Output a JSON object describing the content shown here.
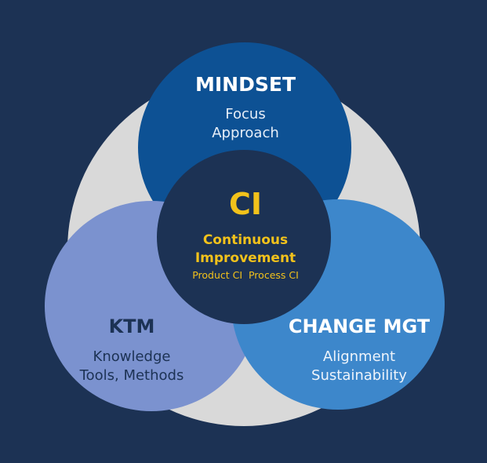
{
  "colors": {
    "background": "#1c3254",
    "ring": "#d9d9d9",
    "mindset": "#0d5194",
    "ktm": "#7b92cf",
    "change": "#3d87cb",
    "center": "#1c3254",
    "accent": "#f2c21b"
  },
  "mindset": {
    "title": "MINDSET",
    "lines": [
      "Focus",
      "Approach"
    ]
  },
  "ktm": {
    "title": "KTM",
    "lines": [
      "Knowledge",
      "Tools, Methods"
    ]
  },
  "change": {
    "title": "CHANGE MGT",
    "lines": [
      "Alignment",
      "Sustainability"
    ]
  },
  "center": {
    "title": "CI",
    "subtitle_line1": "Continuous",
    "subtitle_line2": "Improvement",
    "items": "Product CI  Process CI"
  }
}
